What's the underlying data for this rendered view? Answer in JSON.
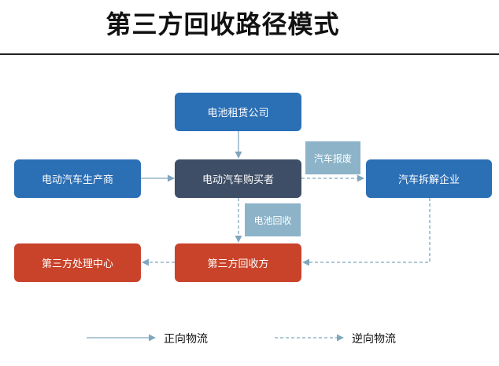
{
  "title": "第三方回收路径模式",
  "nodes": {
    "battery_lessor": "电池租赁公司",
    "ev_maker": "电动汽车生产商",
    "ev_buyer": "电动汽车购买者",
    "dismantler": "汽车拆解企业",
    "third_party_processing": "第三方处理中心",
    "third_party_recycler": "第三方回收方"
  },
  "tags": {
    "vehicle_scrap": "汽车报废",
    "battery_recycle": "电池回收"
  },
  "legend": {
    "forward": "正向物流",
    "reverse": "逆向物流"
  },
  "colors": {
    "blue": "#2b6fb5",
    "dark": "#3e4e66",
    "red": "#c9432a",
    "tag": "#8cb3c8",
    "arrow": "#7fa6bd"
  }
}
